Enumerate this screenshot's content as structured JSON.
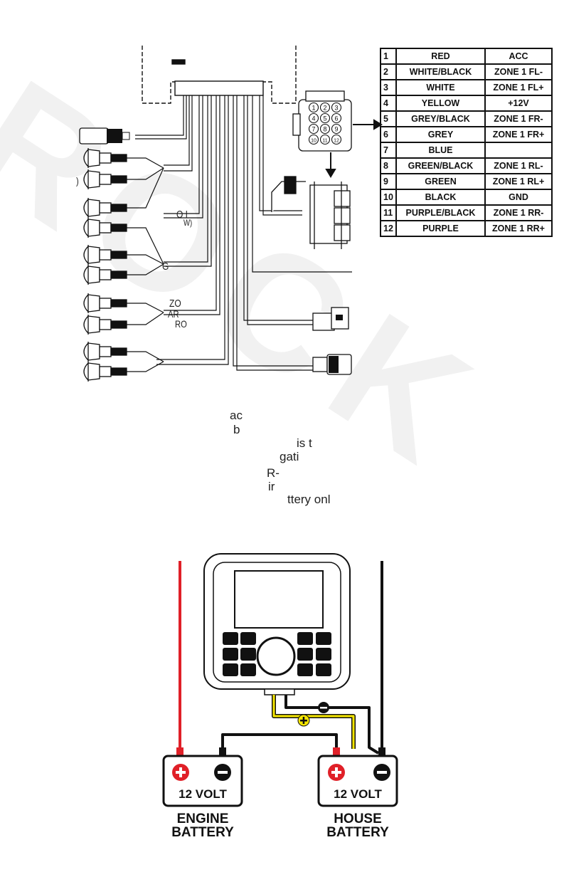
{
  "pin_table": [
    {
      "pin": "1",
      "color": "RED",
      "function": "ACC"
    },
    {
      "pin": "2",
      "color": "WHITE/BLACK",
      "function": "ZONE 1 FL-"
    },
    {
      "pin": "3",
      "color": "WHITE",
      "function": "ZONE 1 FL+"
    },
    {
      "pin": "4",
      "color": "YELLOW",
      "function": "+12V"
    },
    {
      "pin": "5",
      "color": "GREY/BLACK",
      "function": "ZONE 1 FR-"
    },
    {
      "pin": "6",
      "color": "GREY",
      "function": "ZONE 1 FR+"
    },
    {
      "pin": "7",
      "color": "BLUE",
      "function": ""
    },
    {
      "pin": "8",
      "color": "GREEN/BLACK",
      "function": "ZONE 1 RL-"
    },
    {
      "pin": "9",
      "color": "GREEN",
      "function": "ZONE 1 RL+"
    },
    {
      "pin": "10",
      "color": "BLACK",
      "function": "GND"
    },
    {
      "pin": "11",
      "color": "PURPLE/BLACK",
      "function": "ZONE 1 RR-"
    },
    {
      "pin": "12",
      "color": "PURPLE",
      "function": "ZONE 1 RR+"
    }
  ],
  "connector_pins": [
    "1",
    "2",
    "3",
    "4",
    "5",
    "6",
    "7",
    "8",
    "9",
    "10",
    "11",
    "12"
  ],
  "harness_fragments": [
    "O I",
    "W)",
    "G",
    "ZO",
    "AR",
    "RO",
    ")"
  ],
  "text_fragments": [
    "ac",
    "b",
    "is t",
    "gati",
    "R-",
    "ir",
    "ttery onl"
  ],
  "battery_diagram": {
    "left_battery": {
      "voltage": "12 VOLT",
      "label_line1": "ENGINE",
      "label_line2": "BATTERY"
    },
    "right_battery": {
      "voltage": "12 VOLT",
      "label_line1": "HOUSE",
      "label_line2": "BATTERY"
    }
  },
  "colors": {
    "red_wire": "#e02028",
    "yellow_wire": "#f5e600",
    "black_wire": "#111111",
    "terminal_red": "#e02028"
  }
}
